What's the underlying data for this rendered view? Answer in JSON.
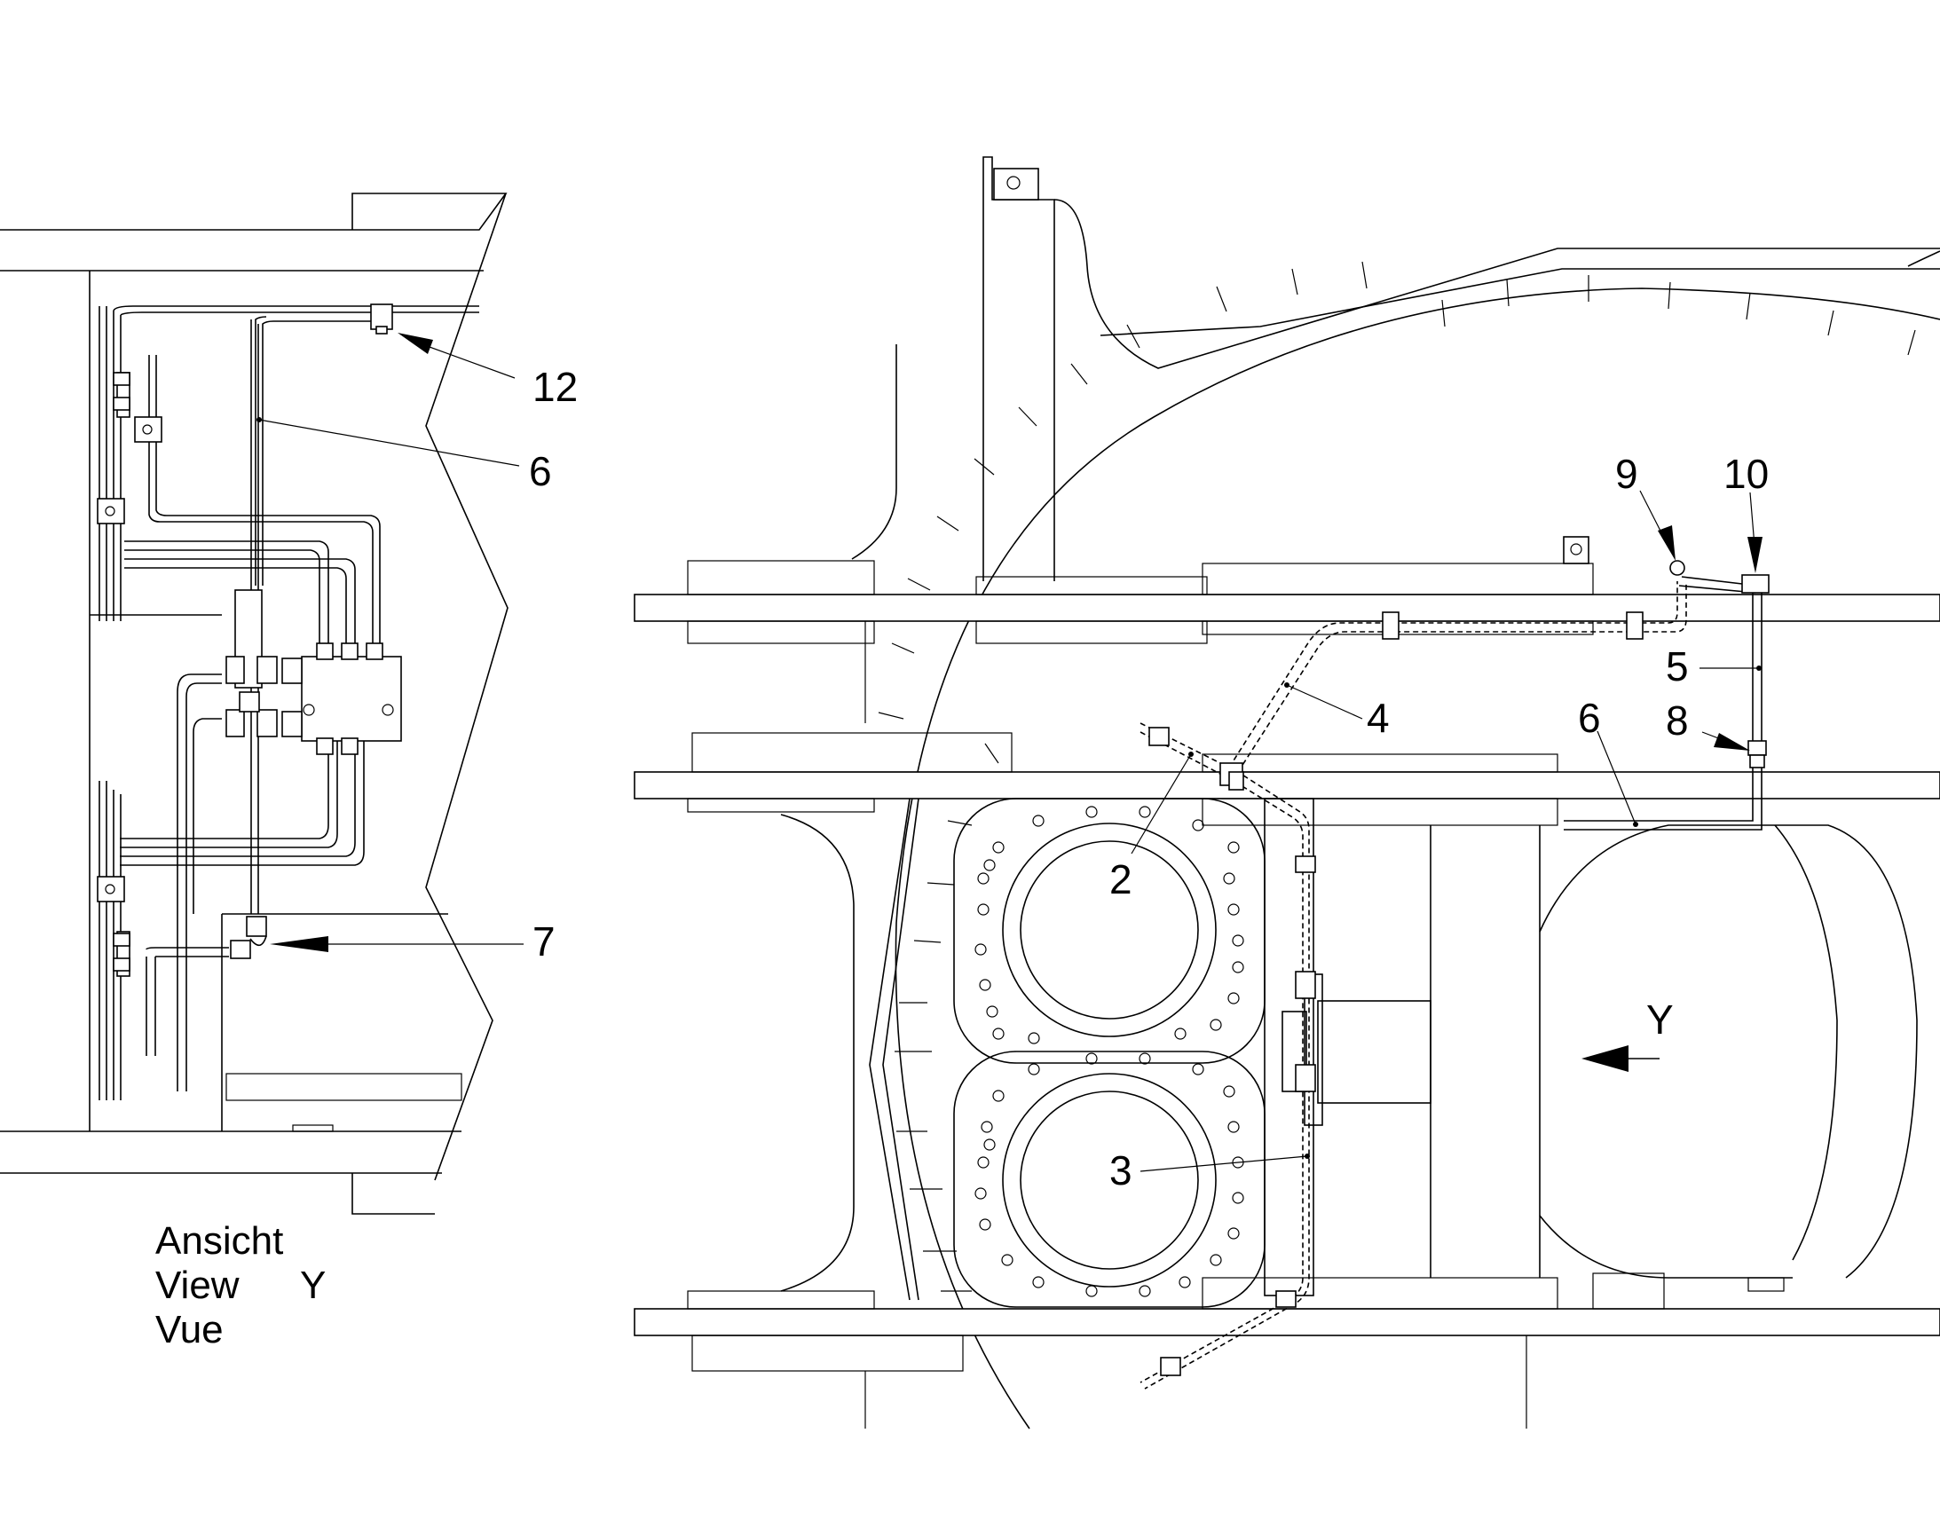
{
  "callouts": {
    "left_12": "12",
    "left_6": "6",
    "left_7": "7",
    "right_9": "9",
    "right_10": "10",
    "right_5": "5",
    "right_8": "8",
    "right_4": "4",
    "right_6": "6",
    "right_2": "2",
    "right_3": "3"
  },
  "view_marker": {
    "letter": "Y"
  },
  "view_caption": {
    "line1": "Ansicht",
    "line2": "View",
    "line3": "Vue",
    "letter": "Y"
  }
}
